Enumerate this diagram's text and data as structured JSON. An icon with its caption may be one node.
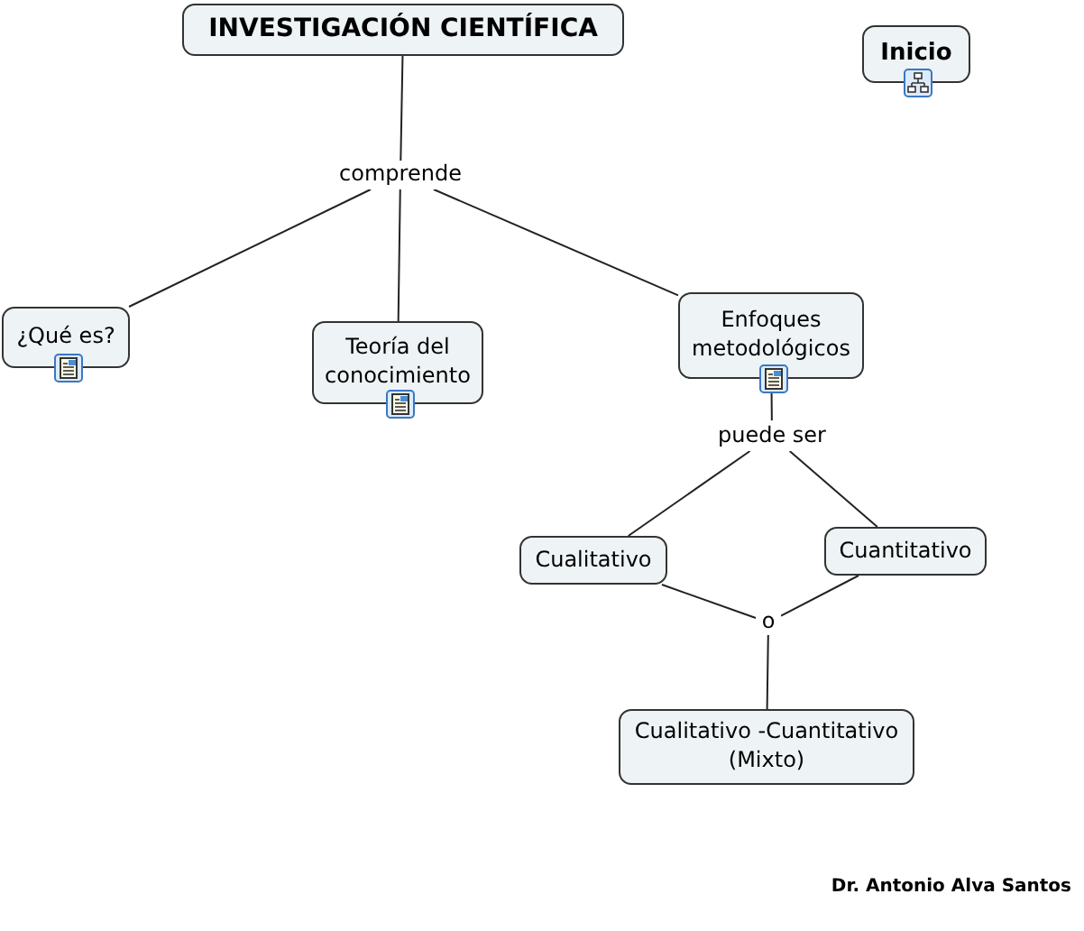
{
  "diagram": {
    "nodes": [
      {
        "text": [
          "INVESTIGACIÓN CIENTÍFICA"
        ]
      },
      {
        "text": [
          "Inicio"
        ]
      },
      {
        "text": [
          "comprende"
        ]
      },
      {
        "text": [
          "¿Qué es?"
        ]
      },
      {
        "text": [
          "Teoría del conocimiento"
        ]
      },
      {
        "text": [
          "Enfoques metodológicos"
        ]
      },
      {
        "text": [
          "puede ser"
        ]
      },
      {
        "text": [
          "Cualitativo"
        ]
      },
      {
        "text": [
          "Cuantitativo"
        ]
      },
      {
        "text": [
          "o"
        ]
      },
      {
        "text": [
          "Cualitativo -Cuantitativo (Mixto)"
        ]
      }
    ],
    "edges": [
      {
        "from": 0,
        "to": 2,
        "arrow": "none"
      },
      {
        "from": 2,
        "to": 3,
        "arrow": "none"
      },
      {
        "from": 2,
        "to": 4,
        "arrow": "none"
      },
      {
        "from": 2,
        "to": 5,
        "arrow": "none"
      },
      {
        "from": 5,
        "to": 6,
        "arrow": "none"
      },
      {
        "from": 6,
        "to": 7,
        "arrow": "none"
      },
      {
        "from": 6,
        "to": 8,
        "arrow": "none"
      },
      {
        "from": 7,
        "to": 9,
        "arrow": "none"
      },
      {
        "from": 8,
        "to": 9,
        "arrow": "none"
      },
      {
        "from": 9,
        "to": 10,
        "arrow": "none"
      }
    ],
    "labels": [
      "Dr. Antonio Alva Santos"
    ]
  }
}
